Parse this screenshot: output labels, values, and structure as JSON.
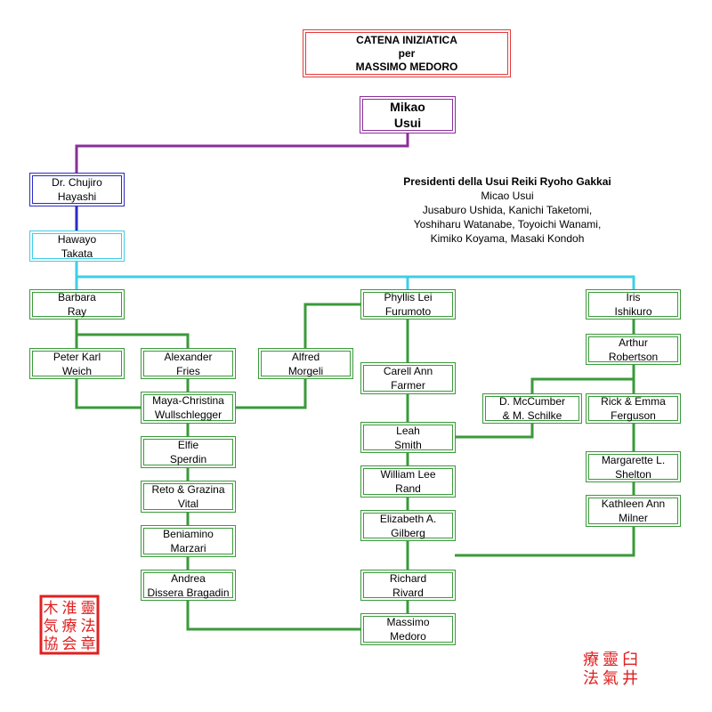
{
  "colors": {
    "title": "#e43b3b",
    "founder": "#8a2f99",
    "hayashi": "#2b2bc8",
    "takata": "#3fcde8",
    "lineage": "#3a9a3a",
    "seal": "#e02020"
  },
  "title": {
    "line1": "CATENA INIZIATICA",
    "line2": "per",
    "line3": "MASSIMO MEDORO"
  },
  "presidents": {
    "heading": "Presidenti della Usui Reiki Ryoho Gakkai",
    "lines": [
      "Micao Usui",
      "Jusaburo Ushida, Kanichi Taketomi,",
      "Yoshiharu Watanabe, Toyoichi Wanami,",
      "Kimiko Koyama, Masaki Kondoh"
    ]
  },
  "nodes": {
    "usui": [
      "Mikao",
      "Usui"
    ],
    "hayashi": [
      "Dr. Chujiro",
      "Hayashi"
    ],
    "takata": [
      "Hawayo",
      "Takata"
    ],
    "ray": [
      "Barbara",
      "Ray"
    ],
    "furumoto": [
      "Phyllis Lei",
      "Furumoto"
    ],
    "ishikuro": [
      "Iris",
      "Ishikuro"
    ],
    "weich": [
      "Peter Karl",
      "Weich"
    ],
    "fries": [
      "Alexander",
      "Fries"
    ],
    "morgeli": [
      "Alfred",
      "Morgeli"
    ],
    "robertson": [
      "Arthur",
      "Robertson"
    ],
    "farmer": [
      "Carell Ann",
      "Farmer"
    ],
    "wullschlegger": [
      "Maya-Christina",
      "Wullschlegger"
    ],
    "mccumber": [
      "D. McCumber",
      "& M. Schilke"
    ],
    "ferguson": [
      "Rick & Emma",
      "Ferguson"
    ],
    "smith": [
      "Leah",
      "Smith"
    ],
    "sperdin": [
      "Elfie",
      "Sperdin"
    ],
    "rand": [
      "William Lee",
      "Rand"
    ],
    "shelton": [
      "Margarette L.",
      "Shelton"
    ],
    "vital": [
      "Reto & Grazina",
      "Vital"
    ],
    "gilberg": [
      "Elizabeth A.",
      "Gilberg"
    ],
    "milner": [
      "Kathleen Ann",
      "Milner"
    ],
    "marzari": [
      "Beniamino",
      "Marzari"
    ],
    "rivard": [
      "Richard",
      "Rivard"
    ],
    "bragadin": [
      "Andrea",
      "Dissera Bragadin"
    ],
    "medoro": [
      "Massimo",
      "Medoro"
    ]
  },
  "seals": {
    "left": [
      "木",
      "淮",
      "靈",
      "気",
      "療",
      "法",
      "協",
      "会",
      "章"
    ],
    "right": [
      "臼",
      "靈",
      "療",
      "井",
      "氣",
      "法"
    ]
  }
}
